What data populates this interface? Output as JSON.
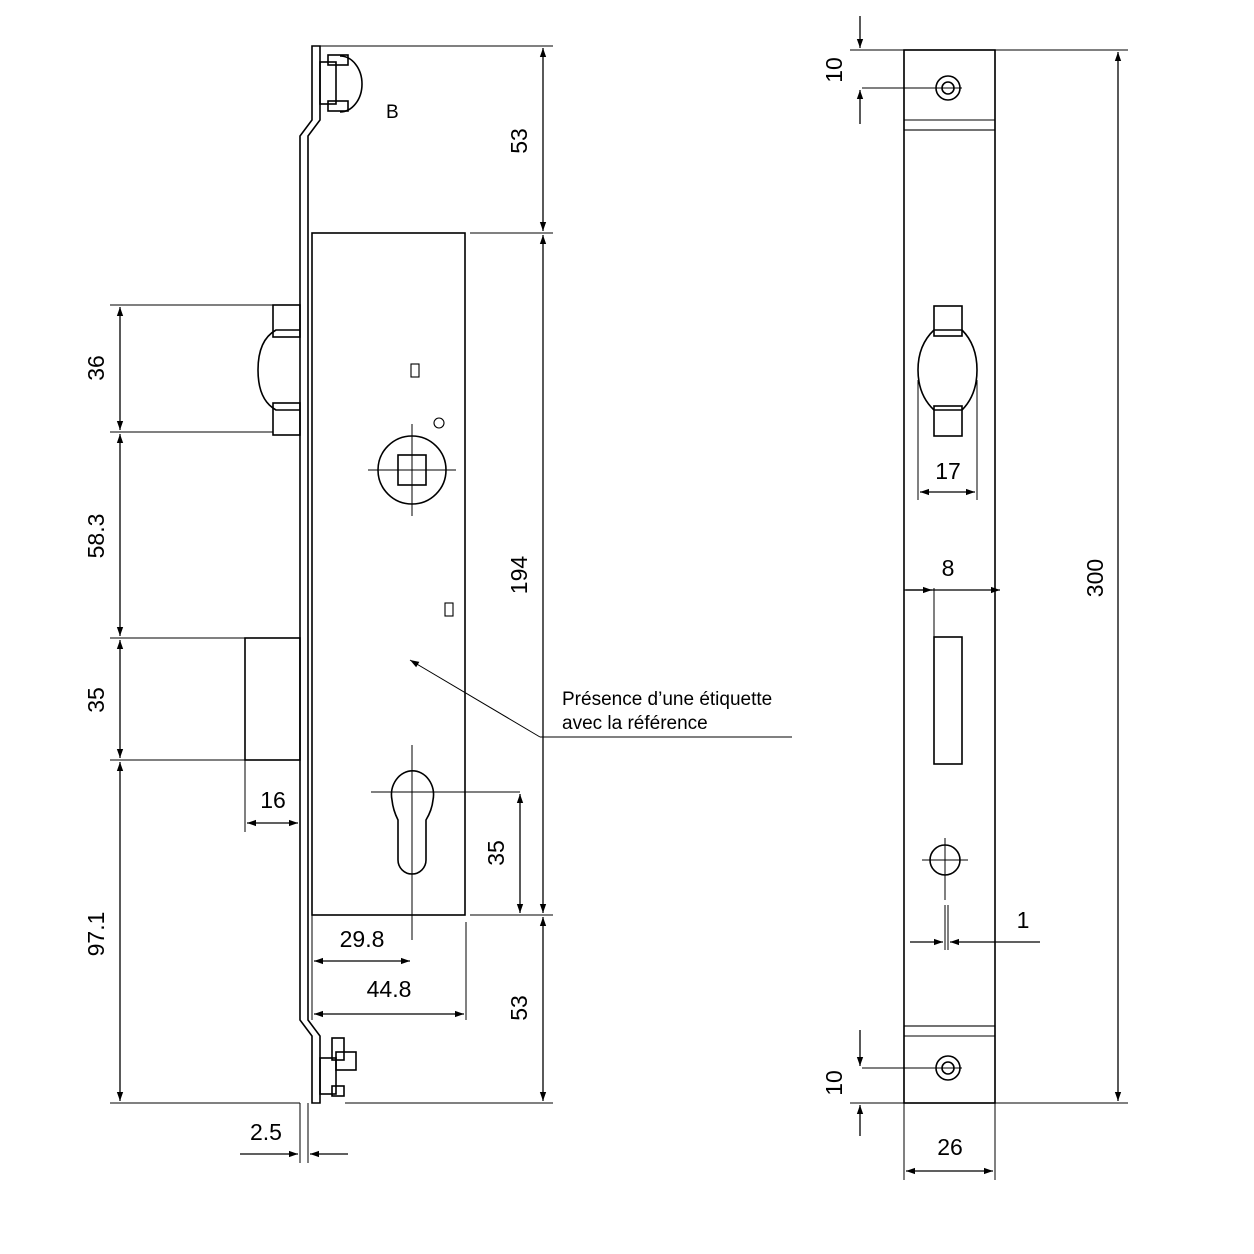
{
  "colors": {
    "line": "#000000",
    "background": "#ffffff"
  },
  "side_view": {
    "marker": "B",
    "dimensions": {
      "top_53": "53",
      "body_194": "194",
      "bottom_53": "53",
      "latch_36": "36",
      "gap_58_3": "58.3",
      "bolt_35": "35",
      "lower_97_1": "97.1",
      "bolt_16": "16",
      "cylinder_35": "35",
      "backset_29_8": "29.8",
      "width_44_8": "44.8",
      "faceplate_2_5": "2.5"
    },
    "annotation": {
      "line1": "Présence d’une étiquette",
      "line2": "avec la référence"
    }
  },
  "front_view": {
    "dimensions": {
      "top_10": "10",
      "latch_17": "17",
      "slot_8": "8",
      "total_300": "300",
      "offset_1": "1",
      "bottom_10": "10",
      "width_26": "26"
    }
  }
}
